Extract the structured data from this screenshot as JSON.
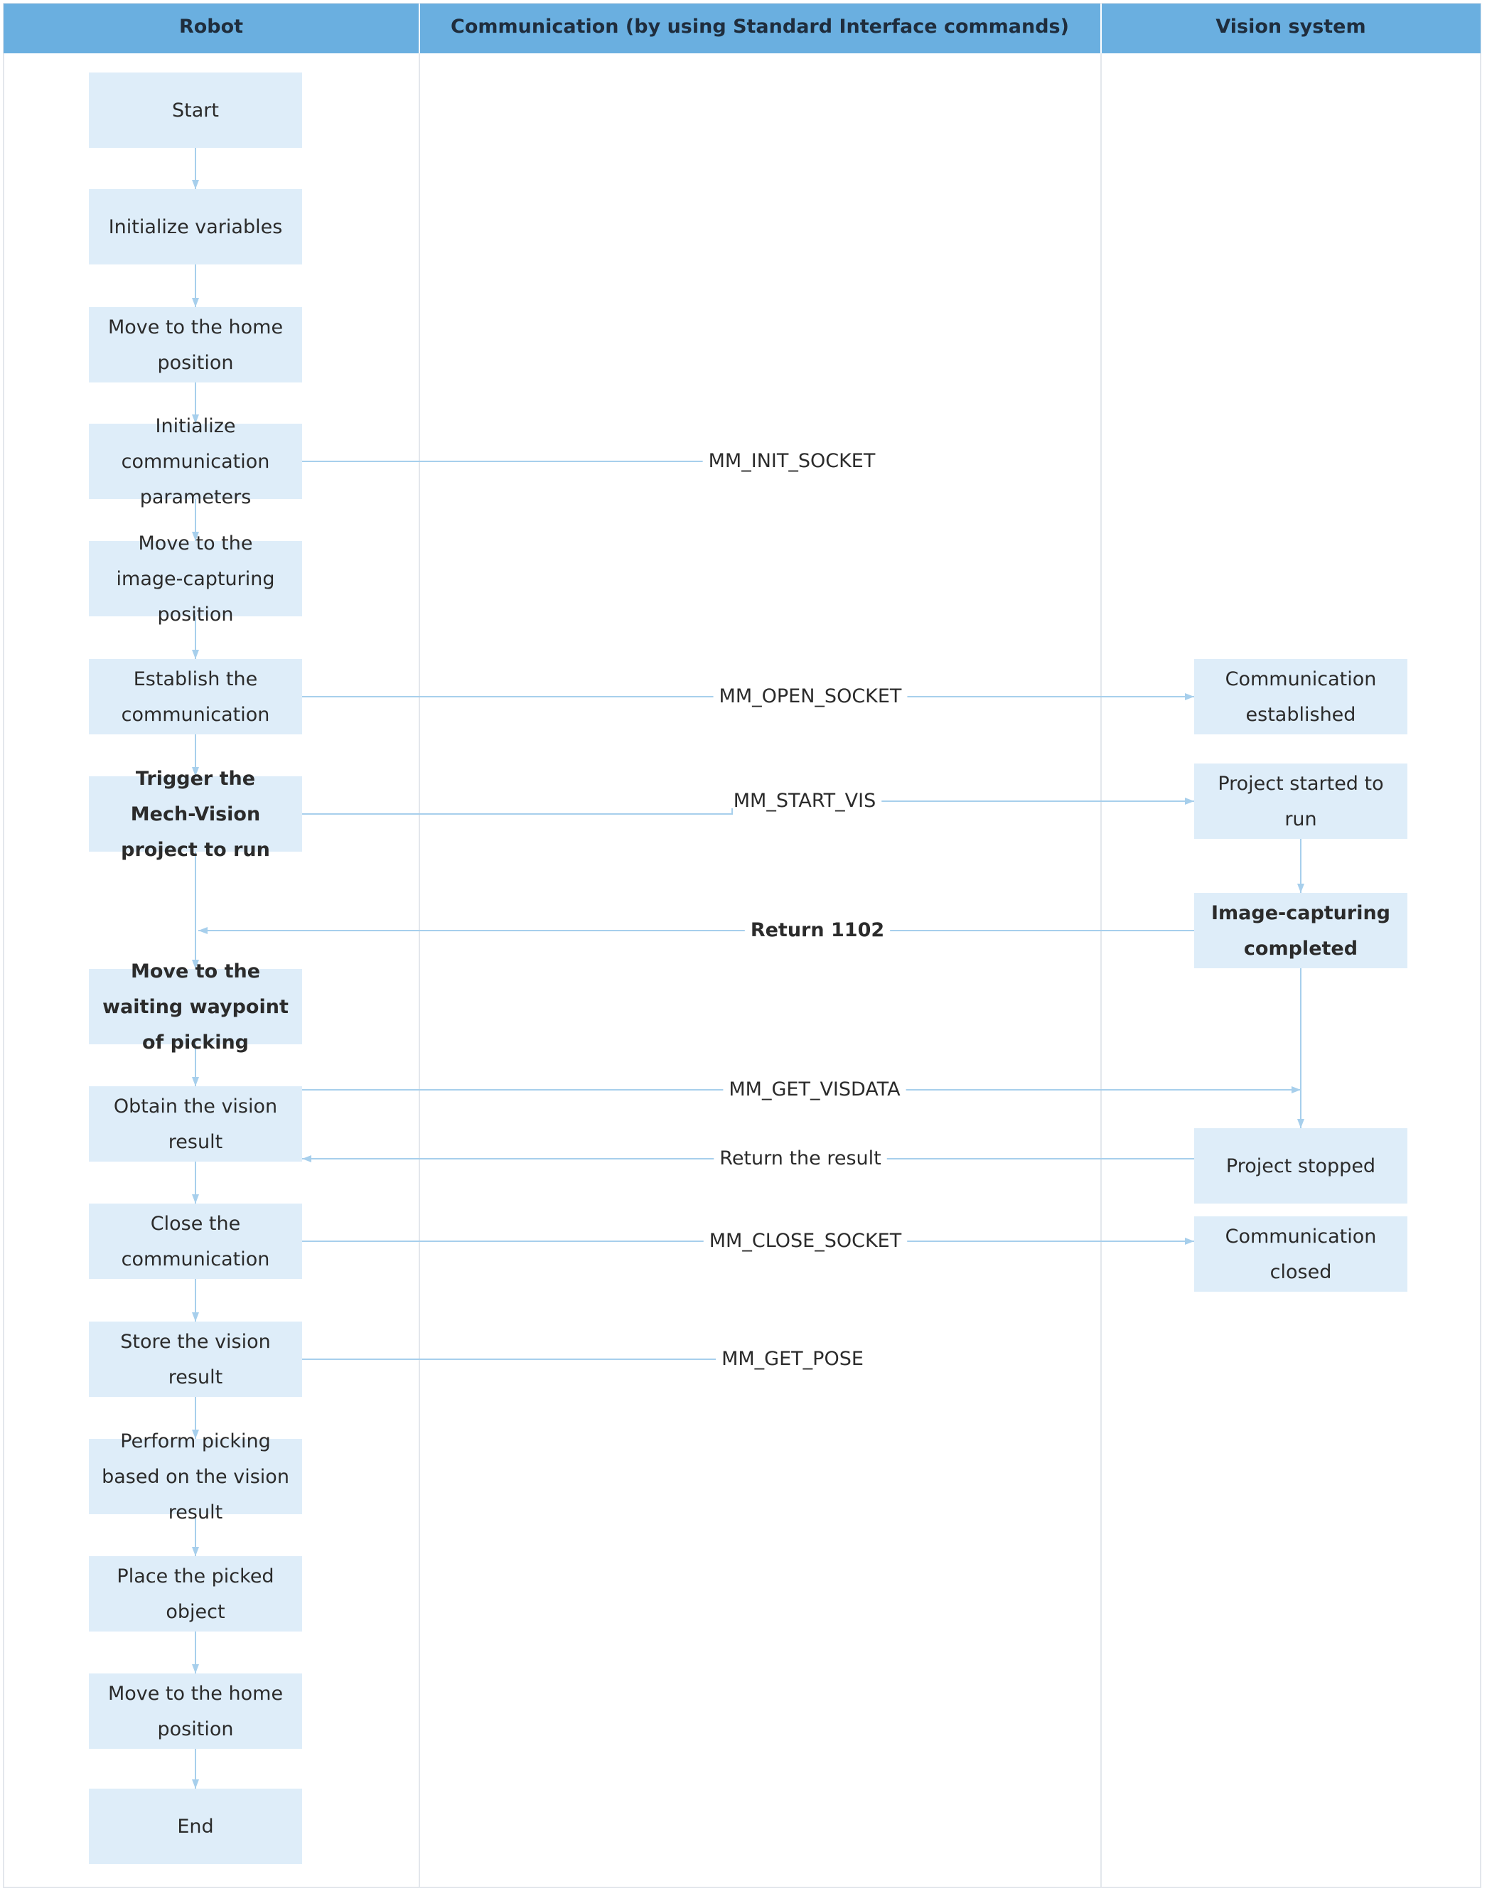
{
  "lanes": {
    "robot": "Robot",
    "communication": "Communication (by using Standard Interface commands)",
    "vision": "Vision system"
  },
  "robot_steps": [
    {
      "id": "start",
      "label": "Start"
    },
    {
      "id": "init-vars",
      "label": "Initialize variables"
    },
    {
      "id": "home-1",
      "label": "Move to the home position"
    },
    {
      "id": "init-comm",
      "label": "Initialize communication parameters"
    },
    {
      "id": "image-pos",
      "label": "Move to the image-capturing position"
    },
    {
      "id": "establish",
      "label": "Establish the communication"
    },
    {
      "id": "trigger",
      "label": "Trigger the Mech-Vision project to run",
      "bold": true
    },
    {
      "id": "waiting",
      "label": "Move to the waiting waypoint of picking",
      "bold": true
    },
    {
      "id": "obtain",
      "label": "Obtain the vision result"
    },
    {
      "id": "close",
      "label": "Close the communication"
    },
    {
      "id": "store",
      "label": "Store the vision result"
    },
    {
      "id": "pick",
      "label": "Perform picking based on the vision result"
    },
    {
      "id": "place",
      "label": "Place the picked object"
    },
    {
      "id": "home-2",
      "label": "Move to the home position"
    },
    {
      "id": "end",
      "label": "End"
    }
  ],
  "vision_steps": [
    {
      "id": "established",
      "label": "Communication established"
    },
    {
      "id": "started",
      "label": "Project started to run"
    },
    {
      "id": "capture-done",
      "label": "Image-capturing completed",
      "bold": true
    },
    {
      "id": "stopped",
      "label": "Project stopped"
    },
    {
      "id": "closed",
      "label": "Communication closed"
    }
  ],
  "messages": [
    {
      "id": "init-socket",
      "label": "MM_INIT_SOCKET"
    },
    {
      "id": "open-socket",
      "label": "MM_OPEN_SOCKET"
    },
    {
      "id": "start-vis",
      "label": "MM_START_VIS"
    },
    {
      "id": "return-1102",
      "label": "Return 1102",
      "bold": true
    },
    {
      "id": "get-visdata",
      "label": "MM_GET_VISDATA"
    },
    {
      "id": "return-result",
      "label": "Return the result"
    },
    {
      "id": "close-socket",
      "label": "MM_CLOSE_SOCKET"
    },
    {
      "id": "get-pose",
      "label": "MM_GET_POSE"
    }
  ],
  "colors": {
    "header_bg": "#6aafe0",
    "header_text": "#1f2d3d",
    "node_bg": "#deedf9",
    "node_text": "#2b2b2b",
    "line": "#a7cfec",
    "lane_border": "#e3e7ec"
  }
}
